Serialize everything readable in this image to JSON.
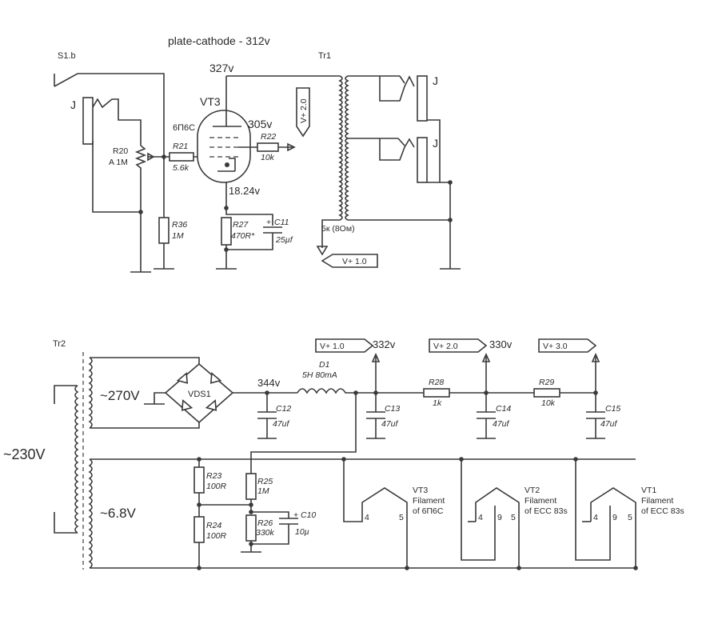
{
  "top": {
    "title": "plate-cathode - 312v",
    "switch_label": "S1.b",
    "input_jack": "J",
    "r20_name": "R20",
    "r20_value": "A 1M",
    "r21_name": "R21",
    "r21_value": "5.6k",
    "r36_name": "R36",
    "r36_value": "1M",
    "tube_name": "VT3",
    "tube_type": "6П6С",
    "plate_voltage": "327v",
    "screen_voltage": "305v",
    "cathode_voltage": "18.24v",
    "r22_name": "R22",
    "r22_value": "10k",
    "supply_tag_2": "V+ 2.0",
    "r27_name": "R27",
    "r27_value": "470R*",
    "c11_name": "C11",
    "c11_value": "25µf",
    "plus": "+",
    "tr1_name": "Tr1",
    "tr1_spec": "5к (8Ом)",
    "supply_tag_1": "V+ 1.0",
    "out_jack_1": "J",
    "out_jack_2": "J"
  },
  "bottom": {
    "tr2_name": "Tr2",
    "mains": "~230V",
    "sec_hv": "~270V",
    "sec_fil": "~6.8V",
    "bridge_name": "VDS1",
    "rect_voltage": "344v",
    "choke_name": "D1",
    "choke_value": "5H 80mA",
    "c12_name": "C12",
    "c12_value": "47uf",
    "tag_1": "V+ 1.0",
    "v1": "332v",
    "c13_name": "C13",
    "c13_value": "47uf",
    "r28_name": "R28",
    "r28_value": "1k",
    "tag_2": "V+ 2.0",
    "v2": "330v",
    "c14_name": "C14",
    "c14_value": "47uf",
    "r29_name": "R29",
    "r29_value": "10k",
    "tag_3": "V+ 3.0",
    "c15_name": "C15",
    "c15_value": "47uf",
    "r23_name": "R23",
    "r23_value": "100R",
    "r24_name": "R24",
    "r24_value": "100R",
    "r25_name": "R25",
    "r25_value": "1M",
    "r26_name": "R26",
    "r26_value": "330k",
    "c10_name": "C10",
    "c10_value": "10µ",
    "plus": "+",
    "fil_vt3_name": "VT3",
    "fil_vt3_desc1": "Filament",
    "fil_vt3_desc2": "of 6П6С",
    "fil_vt2_name": "VT2",
    "fil_vt2_desc1": "Filament",
    "fil_vt2_desc2": "of ECC 83s",
    "fil_vt1_name": "VT1",
    "fil_vt1_desc1": "Filament",
    "fil_vt1_desc2": "of ECC 83s",
    "pin_4": "4",
    "pin_5": "5",
    "pin_9": "9"
  }
}
